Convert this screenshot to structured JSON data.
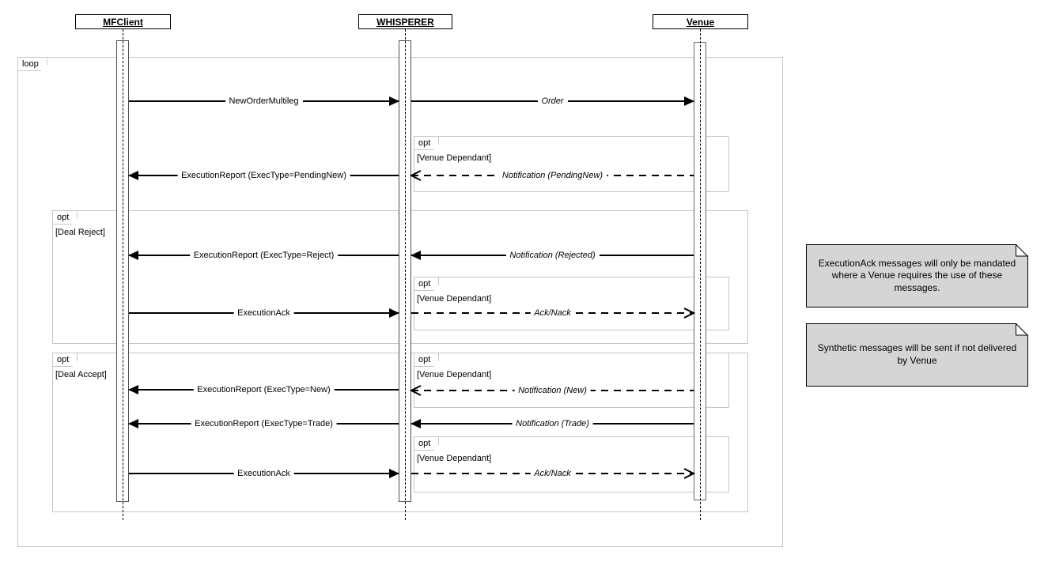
{
  "diagram_type": "uml-sequence",
  "participants": [
    {
      "name": "MFClient"
    },
    {
      "name": "WHISPERER"
    },
    {
      "name": "Venue"
    }
  ],
  "fragments": [
    {
      "type": "loop",
      "label": "loop",
      "guard": ""
    },
    {
      "type": "opt",
      "label": "opt",
      "guard": "[Venue Dependant]"
    },
    {
      "type": "opt",
      "label": "opt",
      "guard": "[Deal Reject]"
    },
    {
      "type": "opt",
      "label": "opt",
      "guard": "[Venue Dependant]"
    },
    {
      "type": "opt",
      "label": "opt",
      "guard": "[Deal Accept]"
    },
    {
      "type": "opt",
      "label": "opt",
      "guard": "[Venue Dependant]"
    },
    {
      "type": "opt",
      "label": "opt",
      "guard": "[Venue Dependant]"
    }
  ],
  "messages": [
    {
      "label": "NewOrderMultileg",
      "from": "MFClient",
      "to": "WHISPERER",
      "kind": "solid"
    },
    {
      "label": "Order",
      "from": "WHISPERER",
      "to": "Venue",
      "kind": "solid"
    },
    {
      "label": "ExecutionReport (ExecType=PendingNew)",
      "from": "WHISPERER",
      "to": "MFClient",
      "kind": "solid"
    },
    {
      "label": "Notification (PendingNew)",
      "from": "Venue",
      "to": "WHISPERER",
      "kind": "dashed"
    },
    {
      "label": "ExecutionReport (ExecType=Reject)",
      "from": "WHISPERER",
      "to": "MFClient",
      "kind": "solid"
    },
    {
      "label": "Notification (Rejected)",
      "from": "Venue",
      "to": "WHISPERER",
      "kind": "solid"
    },
    {
      "label": "ExecutionAck",
      "from": "MFClient",
      "to": "WHISPERER",
      "kind": "solid"
    },
    {
      "label": "Ack/Nack",
      "from": "WHISPERER",
      "to": "Venue",
      "kind": "dashed"
    },
    {
      "label": "ExecutionReport (ExecType=New)",
      "from": "WHISPERER",
      "to": "MFClient",
      "kind": "solid"
    },
    {
      "label": "Notification (New)",
      "from": "Venue",
      "to": "WHISPERER",
      "kind": "dashed"
    },
    {
      "label": "ExecutionReport (ExecType=Trade)",
      "from": "WHISPERER",
      "to": "MFClient",
      "kind": "solid"
    },
    {
      "label": "Notification (Trade)",
      "from": "Venue",
      "to": "WHISPERER",
      "kind": "solid"
    },
    {
      "label": "ExecutionAck",
      "from": "MFClient",
      "to": "WHISPERER",
      "kind": "solid"
    },
    {
      "label": "Ack/Nack",
      "from": "WHISPERER",
      "to": "Venue",
      "kind": "dashed"
    }
  ],
  "notes": [
    {
      "text": "ExecutionAck messages will only be mandated where a Venue requires the use of these messages."
    },
    {
      "text": "Synthetic messages will be sent if not delivered by Venue"
    }
  ],
  "colors": {
    "fragment_border": "#c6c6c6",
    "note_fill": "#d5d5d5",
    "arrow": "#000000",
    "activation_border": "#666666",
    "background": "#ffffff"
  }
}
